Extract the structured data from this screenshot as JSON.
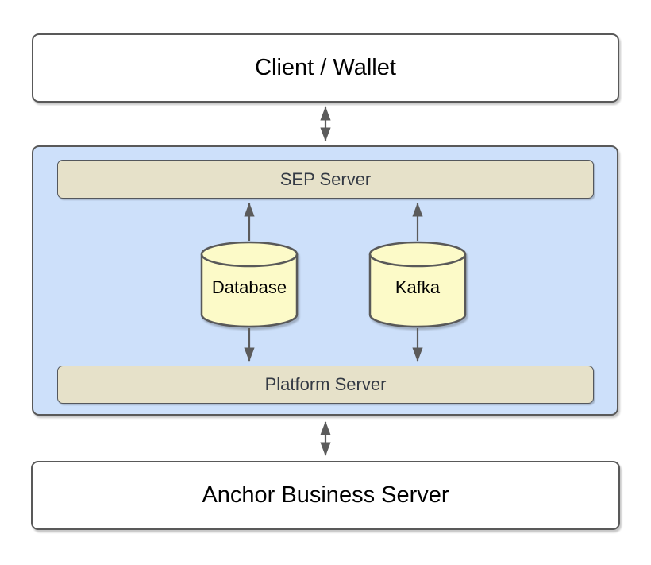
{
  "nodes": {
    "client_wallet": {
      "label": "Client / Wallet",
      "type": "box"
    },
    "platform_container": {
      "label": "",
      "type": "container"
    },
    "sep_server": {
      "label": "SEP Server",
      "type": "bar"
    },
    "database": {
      "label": "Database",
      "type": "cylinder"
    },
    "kafka": {
      "label": "Kafka",
      "type": "cylinder"
    },
    "platform_server": {
      "label": "Platform Server",
      "type": "bar"
    },
    "anchor_business_server": {
      "label": "Anchor Business Server",
      "type": "box"
    }
  },
  "edges": [
    {
      "from": "client_wallet",
      "to": "platform_container",
      "direction": "both"
    },
    {
      "from": "database",
      "to": "sep_server",
      "direction": "up"
    },
    {
      "from": "database",
      "to": "platform_server",
      "direction": "down"
    },
    {
      "from": "kafka",
      "to": "sep_server",
      "direction": "up"
    },
    {
      "from": "kafka",
      "to": "platform_server",
      "direction": "down"
    },
    {
      "from": "platform_container",
      "to": "anchor_business_server",
      "direction": "both"
    }
  ],
  "colors": {
    "box_fill": "#FFFFFF",
    "container_fill": "#CDE0FA",
    "bar_fill": "#E6E1C9",
    "cylinder_fill": "#FCFAC8",
    "border": "#595959",
    "arrow": "#5B5B5B",
    "bar_text": "#343A44",
    "label_text": "#000000"
  }
}
